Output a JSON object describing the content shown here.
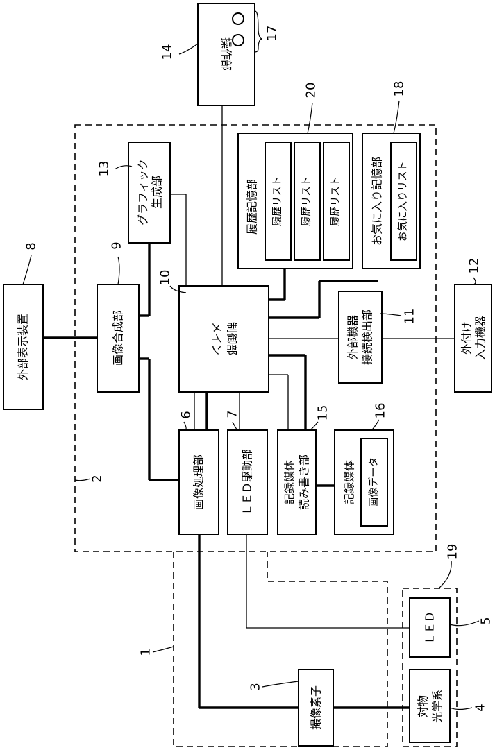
{
  "blocks": {
    "operation_unit": "操作部",
    "external_display": "外部表示装置",
    "image_composition": "画像合成部",
    "graphic_generation_1": "グラフィック",
    "graphic_generation_2": "生成部",
    "main_control_1": "メイン",
    "main_control_2": "制御部",
    "history_storage": "履歴記憶部",
    "history_list": "履歴リスト",
    "favorites_storage": "お気に入り記憶部",
    "favorites_list": "お気に入りリスト",
    "ext_device_detect_1": "外部機器",
    "ext_device_detect_2": "接続検出部",
    "ext_input_device_1": "外付け",
    "ext_input_device_2": "入力機器",
    "image_processing": "画像処理部",
    "led_driver": "ＬＥＤ駆動部",
    "media_rw_1": "記録媒体",
    "media_rw_2": "読み書き部",
    "recording_media": "記録媒体",
    "image_data": "画像データ",
    "led": "ＬＥＤ",
    "imaging_element": "撮像素子",
    "objective_optics_1": "対物",
    "objective_optics_2": "光学系"
  },
  "refs": {
    "r1": "1",
    "r2": "2",
    "r3": "3",
    "r4": "4",
    "r5": "5",
    "r6": "6",
    "r7": "7",
    "r8": "8",
    "r9": "9",
    "r10": "10",
    "r11": "11",
    "r12": "12",
    "r13": "13",
    "r14": "14",
    "r15": "15",
    "r16": "16",
    "r17": "17",
    "r18": "18",
    "r19": "19",
    "r20": "20"
  }
}
